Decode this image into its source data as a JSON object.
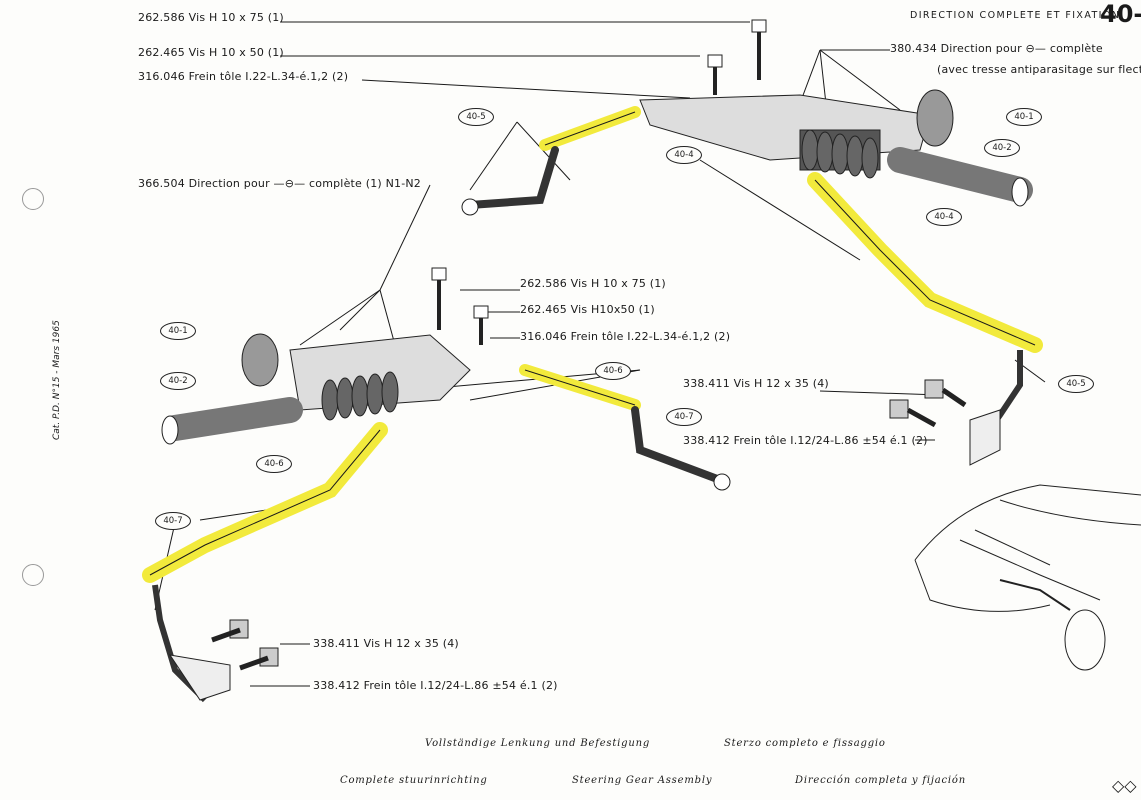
{
  "header": {
    "title": "DIRECTION COMPLETE ET FIXATION",
    "page": "40-"
  },
  "side_note": "Cat. P.D. N°15 - Mars 1965",
  "callouts_top_right": [
    {
      "ref": "262.586",
      "text": "Vis H 10 x 75 (1)"
    },
    {
      "ref": "262.465",
      "text": "Vis H 10 x 50 (1)"
    },
    {
      "ref": "316.046",
      "text": "Frein tôle I.22-L.34-é.1,2 (2)"
    }
  ],
  "rhd_assembly": {
    "ref": "380.434",
    "text": "Direction pour",
    "suffix": "complète",
    "note": "(avec tresse antiparasitage sur flect"
  },
  "lhd_assembly": {
    "ref": "366.504",
    "text": "Direction pour",
    "suffix": "complète (1) N1-N2"
  },
  "callouts_middle": [
    {
      "ref": "262.586",
      "text": "Vis H 10 x 75 (1)"
    },
    {
      "ref": "262.465",
      "text": "Vis H10x50 (1)"
    },
    {
      "ref": "316.046",
      "text": "Frein tôle I.22-L.34-é.1,2 (2)"
    }
  ],
  "callouts_right": [
    {
      "ref": "338.411",
      "text": "Vis H 12 x 35 (4)"
    },
    {
      "ref": "338.412",
      "text": "Frein tôle I.12/24-L.86 ±54 é.1 (2)"
    }
  ],
  "callouts_bottom_left": [
    {
      "ref": "338.411",
      "text": "Vis H 12 x 35 (4)"
    },
    {
      "ref": "338.412",
      "text": "Frein tôle I.12/24-L.86 ±54 é.1 (2)"
    }
  ],
  "bubbles": [
    "40-5",
    "40-4",
    "40-1",
    "40-2",
    "40-4",
    "40-1",
    "40-2",
    "40-6",
    "40-6",
    "40-7",
    "40-5",
    "40-7"
  ],
  "captions": {
    "de": "Vollständige Lenkung und Befestigung",
    "it": "Sterzo completo e fissaggio",
    "nl": "Complete stuurinrichting",
    "en": "Steering Gear Assembly",
    "es": "Dirección completa y fijación"
  },
  "colors": {
    "highlight": "#f2ea3c",
    "line": "#1a1a1a"
  }
}
